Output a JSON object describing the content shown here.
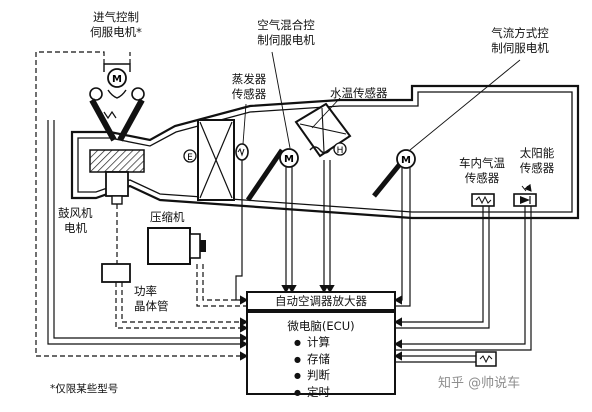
{
  "labels": {
    "intake_servo": [
      "进气控制",
      "伺服电机*"
    ],
    "air_mix_servo": [
      "空气混合控",
      "制伺服电机"
    ],
    "airflow_servo": [
      "气流方式控",
      "制伺服电机"
    ],
    "evaporator_sensor": [
      "蒸发器",
      "传感器"
    ],
    "water_temp_sensor": "水温传感器",
    "in_car_sensor": [
      "车内气温",
      "传感器"
    ],
    "solar_sensor": [
      "太阳能",
      "传感器"
    ],
    "blower_motor": [
      "鼓风机",
      "电机"
    ],
    "compressor": "压缩机",
    "power_transistor": [
      "功率",
      "晶体管"
    ],
    "amplifier": "自动空调器放大器",
    "ecu_title": "微电脑(ECU)",
    "ecu_functions": [
      "计算",
      "存储",
      "判断",
      "定时"
    ],
    "footnote": "*仅限某些型号",
    "motor_symbol": "M",
    "marker_e": "E",
    "marker_h": "H"
  },
  "watermark": "知乎 @帅说车"
}
